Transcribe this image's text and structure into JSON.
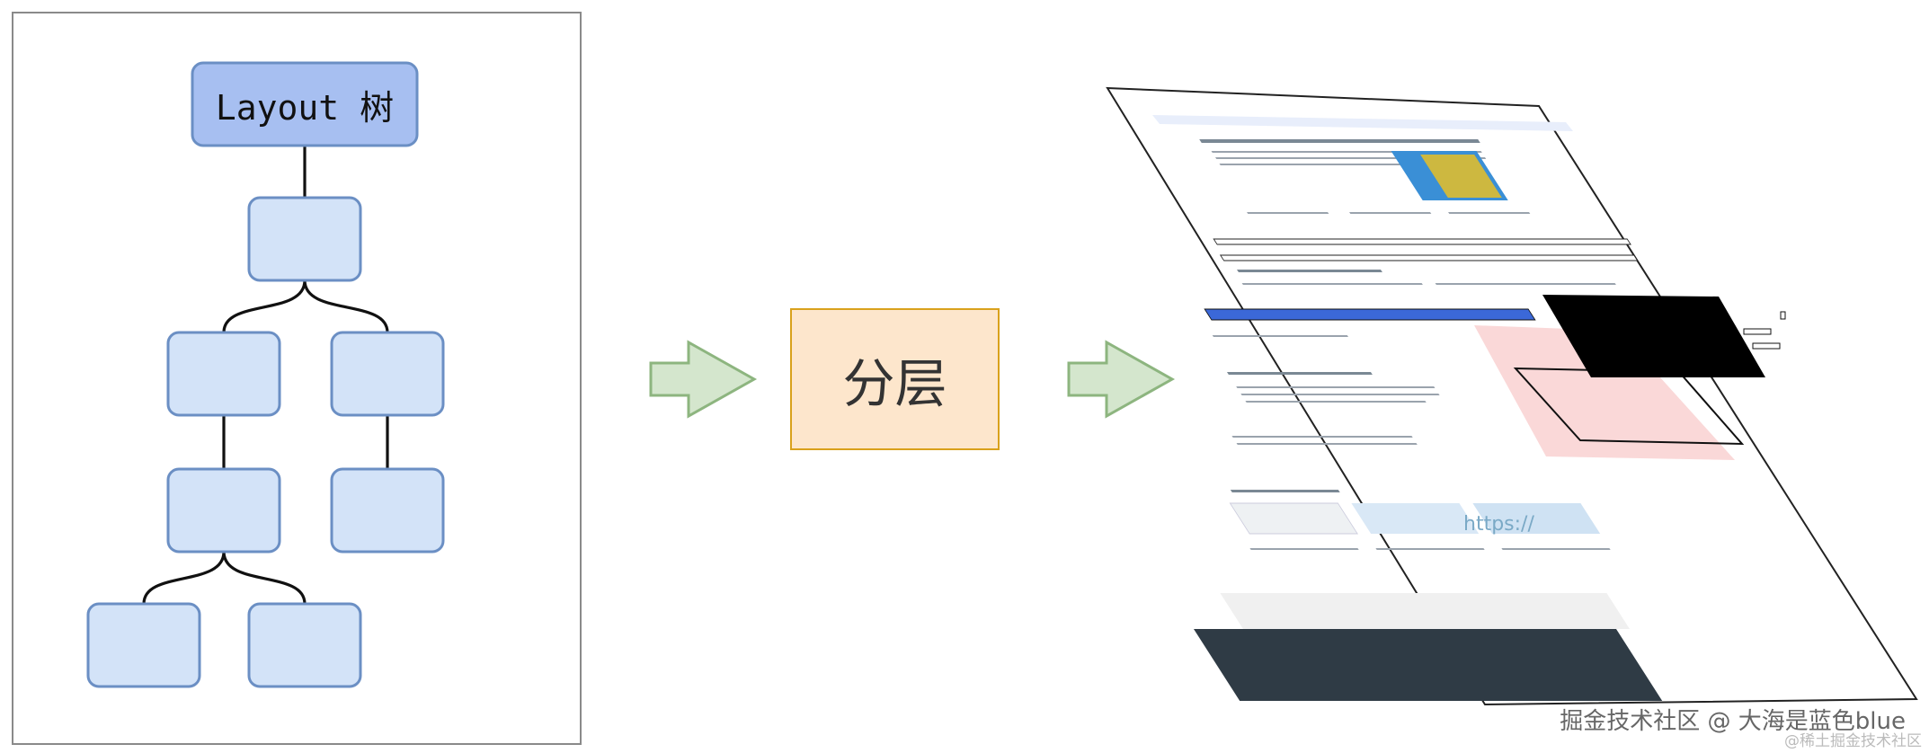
{
  "tree": {
    "root_label": "Layout 树"
  },
  "process": {
    "step_label": "分层"
  },
  "illustration": {
    "secure_banner_text": "https://"
  },
  "watermark": {
    "text": "掘金技术社区 @ 大海是蓝色blue",
    "subtext": "@稀土掘金技术社区"
  },
  "colors": {
    "root_fill": "#a7bff1",
    "node_fill": "#d3e3f8",
    "node_stroke": "#6b8fc4",
    "layer_fill": "#fde6cc",
    "layer_stroke": "#d9a11c",
    "arrow_fill": "#d4e6cd",
    "arrow_stroke": "#8db57f"
  }
}
